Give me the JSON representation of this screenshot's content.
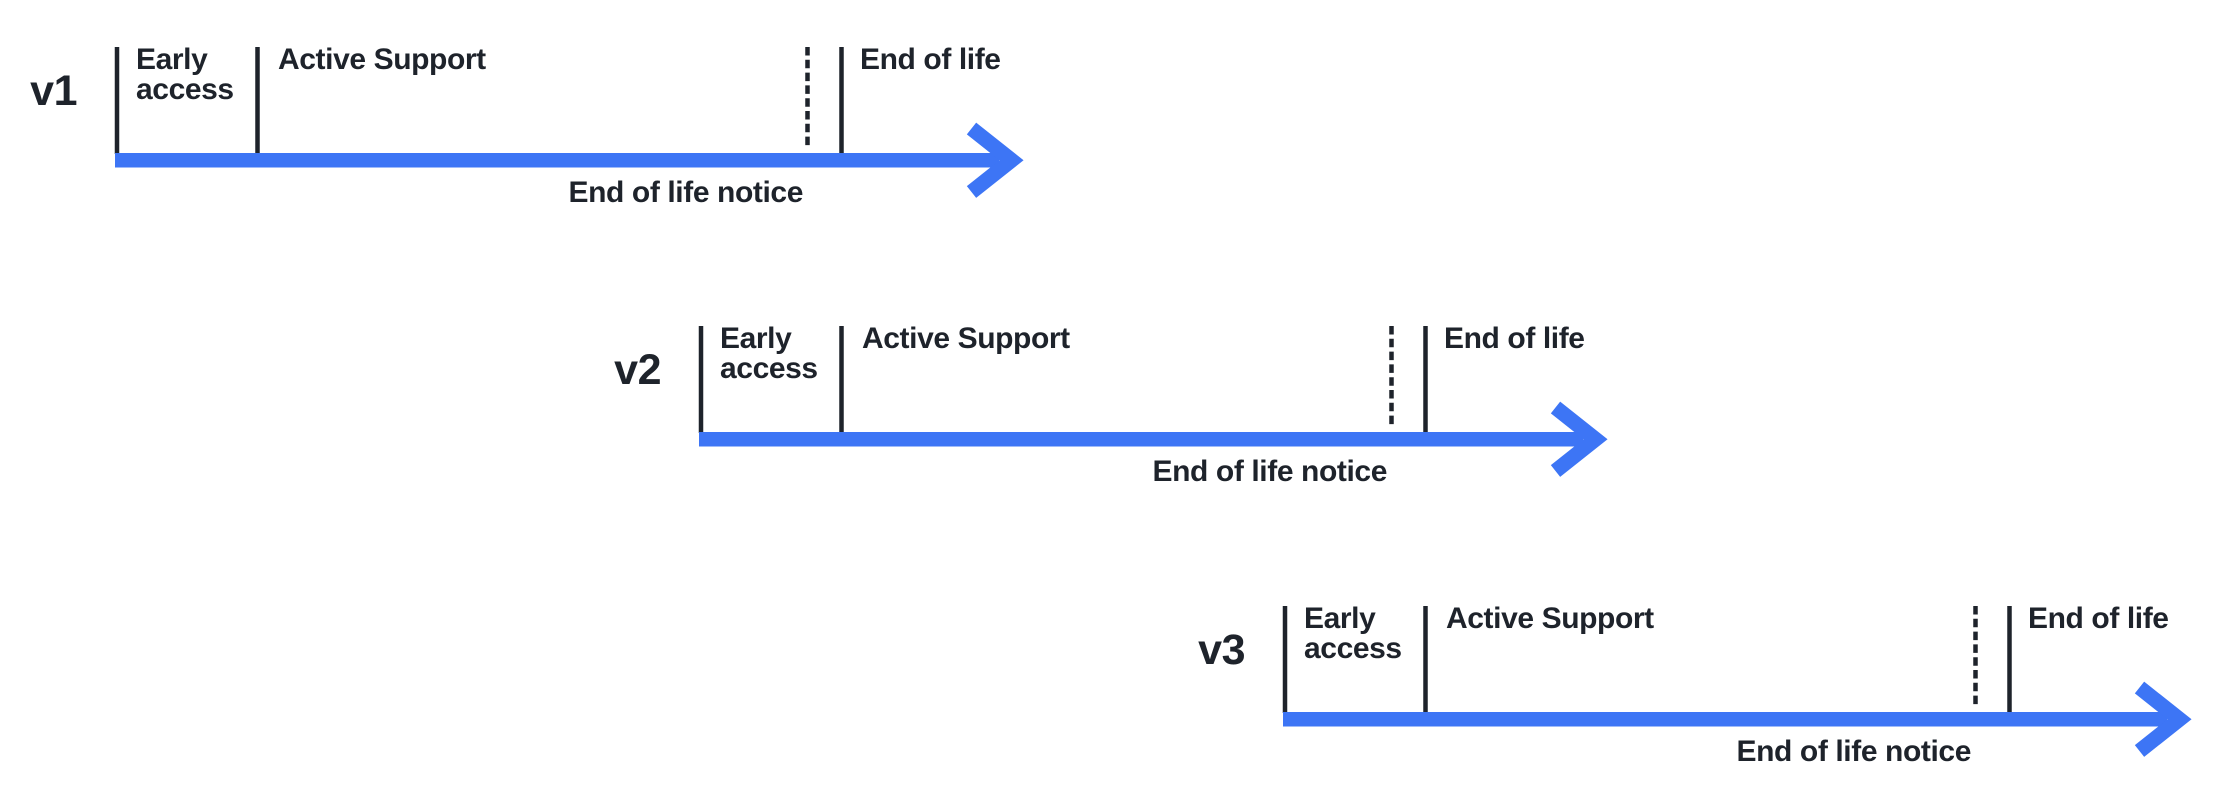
{
  "colors": {
    "background": "#ffffff",
    "accent_blue": "#3D75F5",
    "text": "#1E232B"
  },
  "rows": [
    {
      "version": "v1",
      "early_access_label": "Early access",
      "active_support_label": "Active Support",
      "end_of_life_label": "End of life",
      "end_of_life_notice_label": "End of life notice"
    },
    {
      "version": "v2",
      "early_access_label": "Early access",
      "active_support_label": "Active Support",
      "end_of_life_label": "End of life",
      "end_of_life_notice_label": "End of life notice"
    },
    {
      "version": "v3",
      "early_access_label": "Early access",
      "active_support_label": "Active Support",
      "end_of_life_label": "End of life",
      "end_of_life_notice_label": "End of life notice"
    }
  ]
}
